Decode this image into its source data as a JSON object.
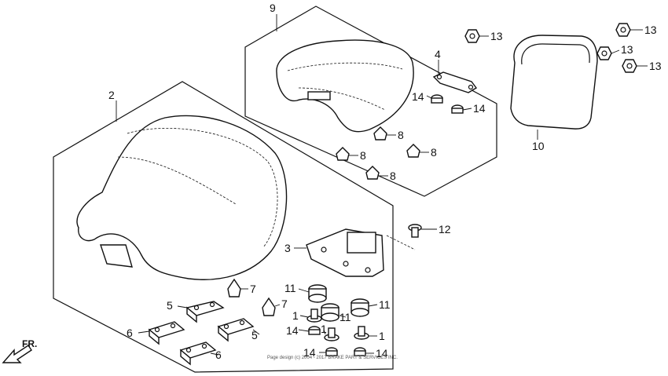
{
  "diagram": {
    "callouts": {
      "c1a": "1",
      "c1b": "1",
      "c1c": "1",
      "c2": "2",
      "c3": "3",
      "c4": "4",
      "c5a": "5",
      "c5b": "5",
      "c6a": "6",
      "c6b": "6",
      "c7a": "7",
      "c7b": "7",
      "c8a": "8",
      "c8b": "8",
      "c8c": "8",
      "c8d": "8",
      "c9": "9",
      "c10": "10",
      "c11a": "11",
      "c11b": "11",
      "c11c": "11",
      "c12": "12",
      "c13a": "13",
      "c13b": "13",
      "c13c": "13",
      "c13d": "13",
      "c14a": "14",
      "c14b": "14",
      "c14c": "14",
      "c14d": "14",
      "c14e": "14"
    },
    "direction_label": "FR.",
    "copyright": "Page design (c) 2004 - 2017 BRAKE PART & SERVICES INC."
  }
}
